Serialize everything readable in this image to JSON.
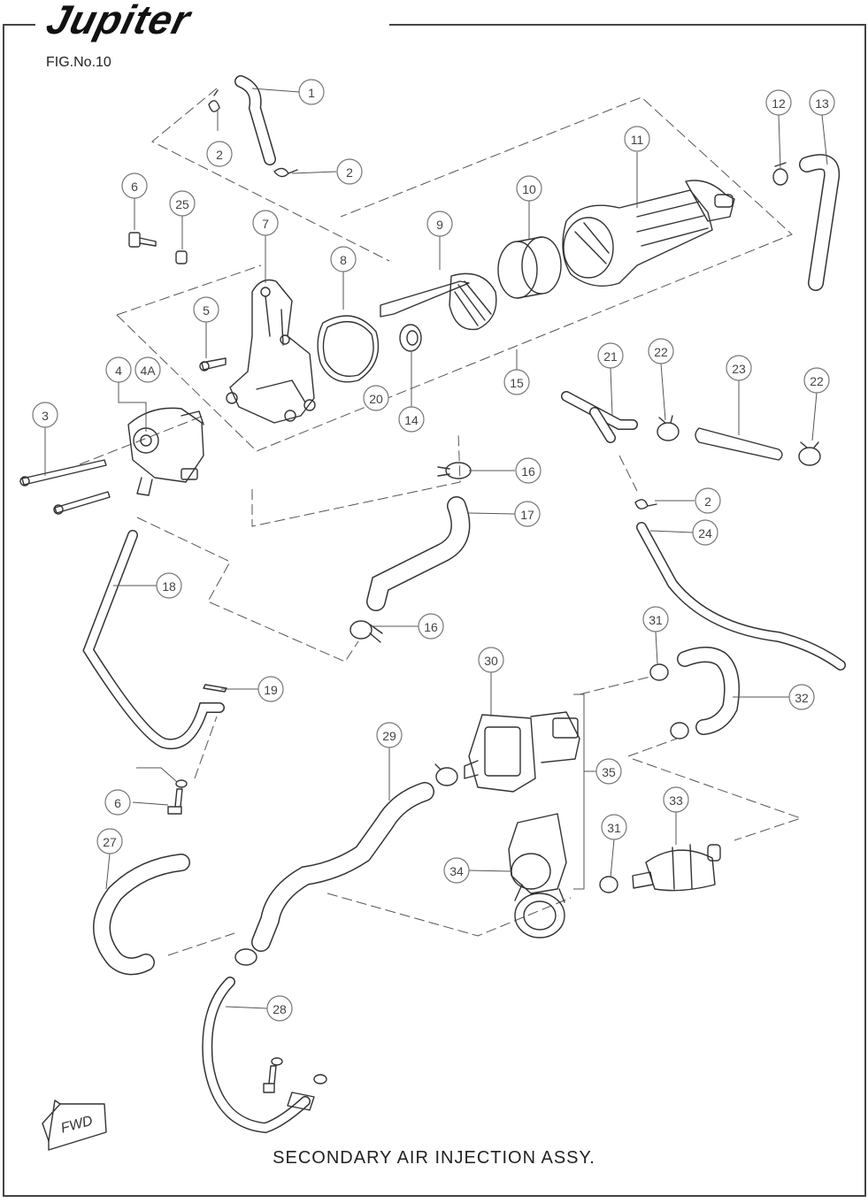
{
  "header": {
    "brand": "Jupiter",
    "figure": "FIG.No.10"
  },
  "title": "SECONDARY AIR INJECTION ASSY.",
  "fwd_label": "FWD",
  "callouts": [
    "1",
    "2",
    "2",
    "2",
    "3",
    "4",
    "4A",
    "5",
    "6",
    "6",
    "7",
    "8",
    "9",
    "10",
    "11",
    "12",
    "13",
    "14",
    "15",
    "16",
    "16",
    "17",
    "18",
    "19",
    "20",
    "21",
    "22",
    "22",
    "23",
    "24",
    "25",
    "27",
    "28",
    "29",
    "30",
    "31",
    "31",
    "32",
    "33",
    "34",
    "35"
  ]
}
